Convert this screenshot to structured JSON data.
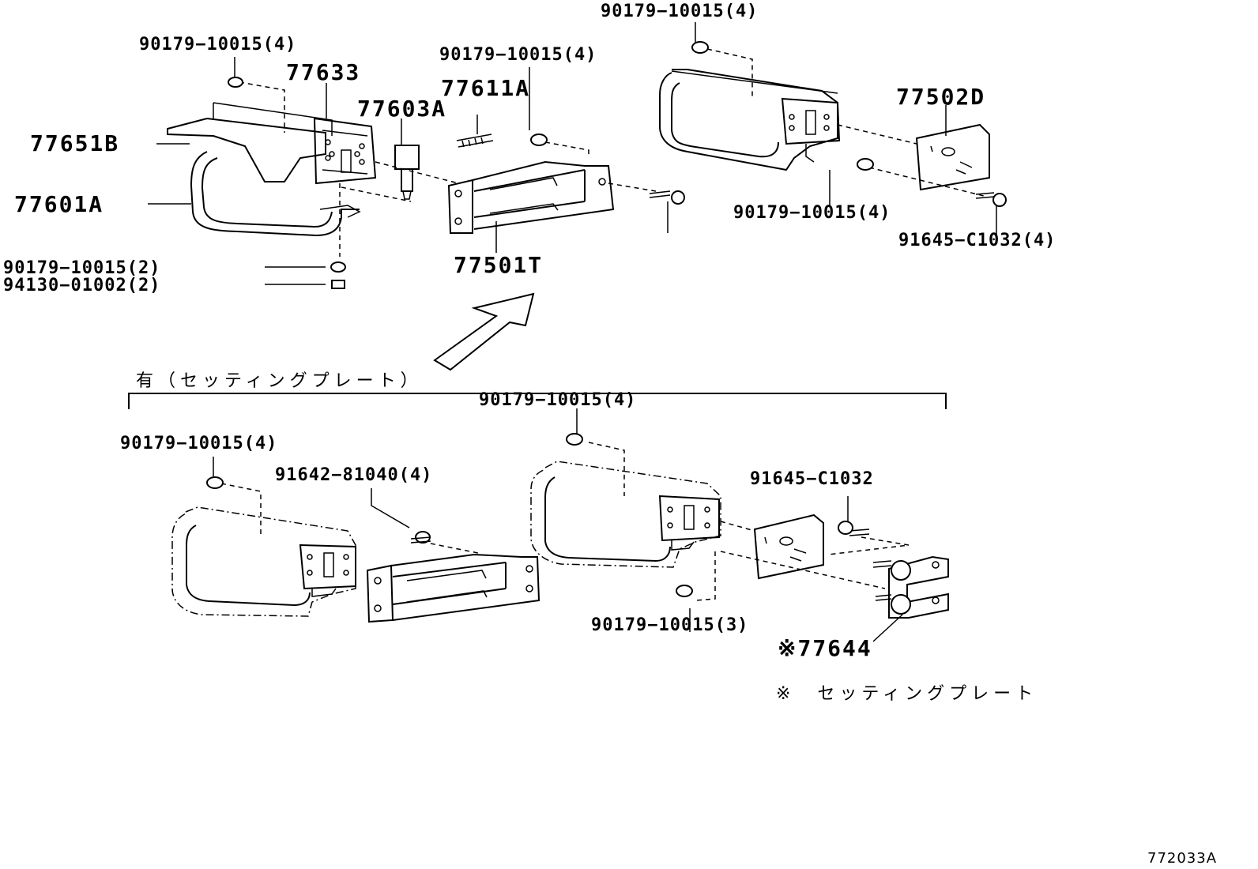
{
  "labels": {
    "l_77633": "77633",
    "l_90179_a": "90179−10015(4)",
    "l_90179_b": "90179−10015(4)",
    "l_90179_top": "90179−10015(4)",
    "l_77611A": "77611A",
    "l_77603A": "77603A",
    "l_77651B": "77651B",
    "l_77601A": "77601A",
    "l_90179_2": "90179−10015(2)",
    "l_94130": "94130−01002(2)",
    "l_77501T": "77501T",
    "l_77502D": "77502D",
    "l_90179_c": "90179−10015(4)",
    "l_91645_4": "91645−C1032(4)",
    "l_group": "有（セッティングプレート）",
    "l_90179_d": "90179−10015(4)",
    "l_90179_e": "90179−10015(4)",
    "l_91642": "91642−81040(4)",
    "l_91645": "91645−C1032",
    "l_90179_3": "90179−10015(3)",
    "l_77644": "※77644",
    "l_note": "※　セッティングプレート",
    "l_code": "772033A"
  }
}
